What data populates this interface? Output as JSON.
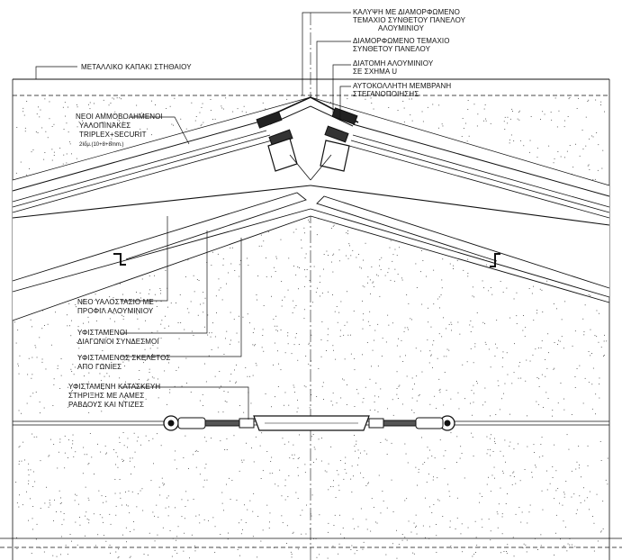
{
  "labels": {
    "top_cover_1": "ΚΑΛΥΨΗ ΜΕ ΔΙΑΜΟΡΦΩΜΕΝΟ",
    "top_cover_2": "ΤΕΜΑΧΙΟ ΣΥΝΘΕΤΟΥ ΠΑΝΕΛΟΥ",
    "top_cover_3": "ΑΛΟΥΜΙΝΙΟΥ",
    "shaped_panel_1": "ΔΙΑΜΟΡΦΩΜΕΝΟ ΤΕΜΑΧΙΟ",
    "shaped_panel_2": "ΣΥΝΘΕΤΟΥ ΠΑΝΕΛΟΥ",
    "u_profile_1": "ΔΙΑΤΟΜΗ ΑΛΟΥΜΙΝΙΟΥ",
    "u_profile_2": "ΣΕ ΣΧΗΜΑ U",
    "membrane_1": "ΑΥΤΟΚΟΛΛΗΤΗ ΜΕΜΒΡΑΝΗ",
    "membrane_2": "ΣΤΕΓΑΝΟΠΟΙΗΣΗΣ",
    "metal_cap": "ΜΕΤΑΛΛΙΚΟ ΚΑΠΑΚΙ ΣΤΗΘΑΙΟΥ",
    "glass_1": "ΝΕΟΙ ΑΜΜΟΒΟΛΗΜΕΝΟΙ",
    "glass_2": "ΥΑΛΟΠΙΝΑΚΕΣ",
    "glass_3": "TRIPLEX+SECURIT",
    "glass_4": "2Ιόμ.(10+8+8mm.)",
    "new_frame_1": "ΝΕΟ ΥΑΛΟΣΤΑΣΙΟ ΜΕ",
    "new_frame_2": "ΠΡΟΦΙΛ ΑΛΟΥΜΙΝΙΟΥ",
    "bracing_1": "ΥΦΙΣΤΑΜΕΝΟΙ",
    "bracing_2": "ΔΙΑΓΩΝΙΟΙ ΣΥΝΔΕΣΜΟΙ",
    "skeleton_1": "ΥΦΙΣΤΑΜΕΝΟΣ ΣΚΕΛΕΤΟΣ",
    "skeleton_2": "ΑΠΟ ΓΩΝΙΕΣ",
    "support_1": "ΥΦΙΣΤΑΜΕΝΗ ΚΑΤΑΣΚΕΥΗ",
    "support_2": "ΣΤΗΡΙΞΗΣ ΜΕ ΛΑΜΕΣ",
    "support_3": "ΡΑΒΔΟΥΣ ΚΑΙ ΝΤΙΖΕΣ"
  },
  "colors": {
    "ink": "#111111",
    "stipple": "#444444",
    "paper": "#ffffff"
  }
}
